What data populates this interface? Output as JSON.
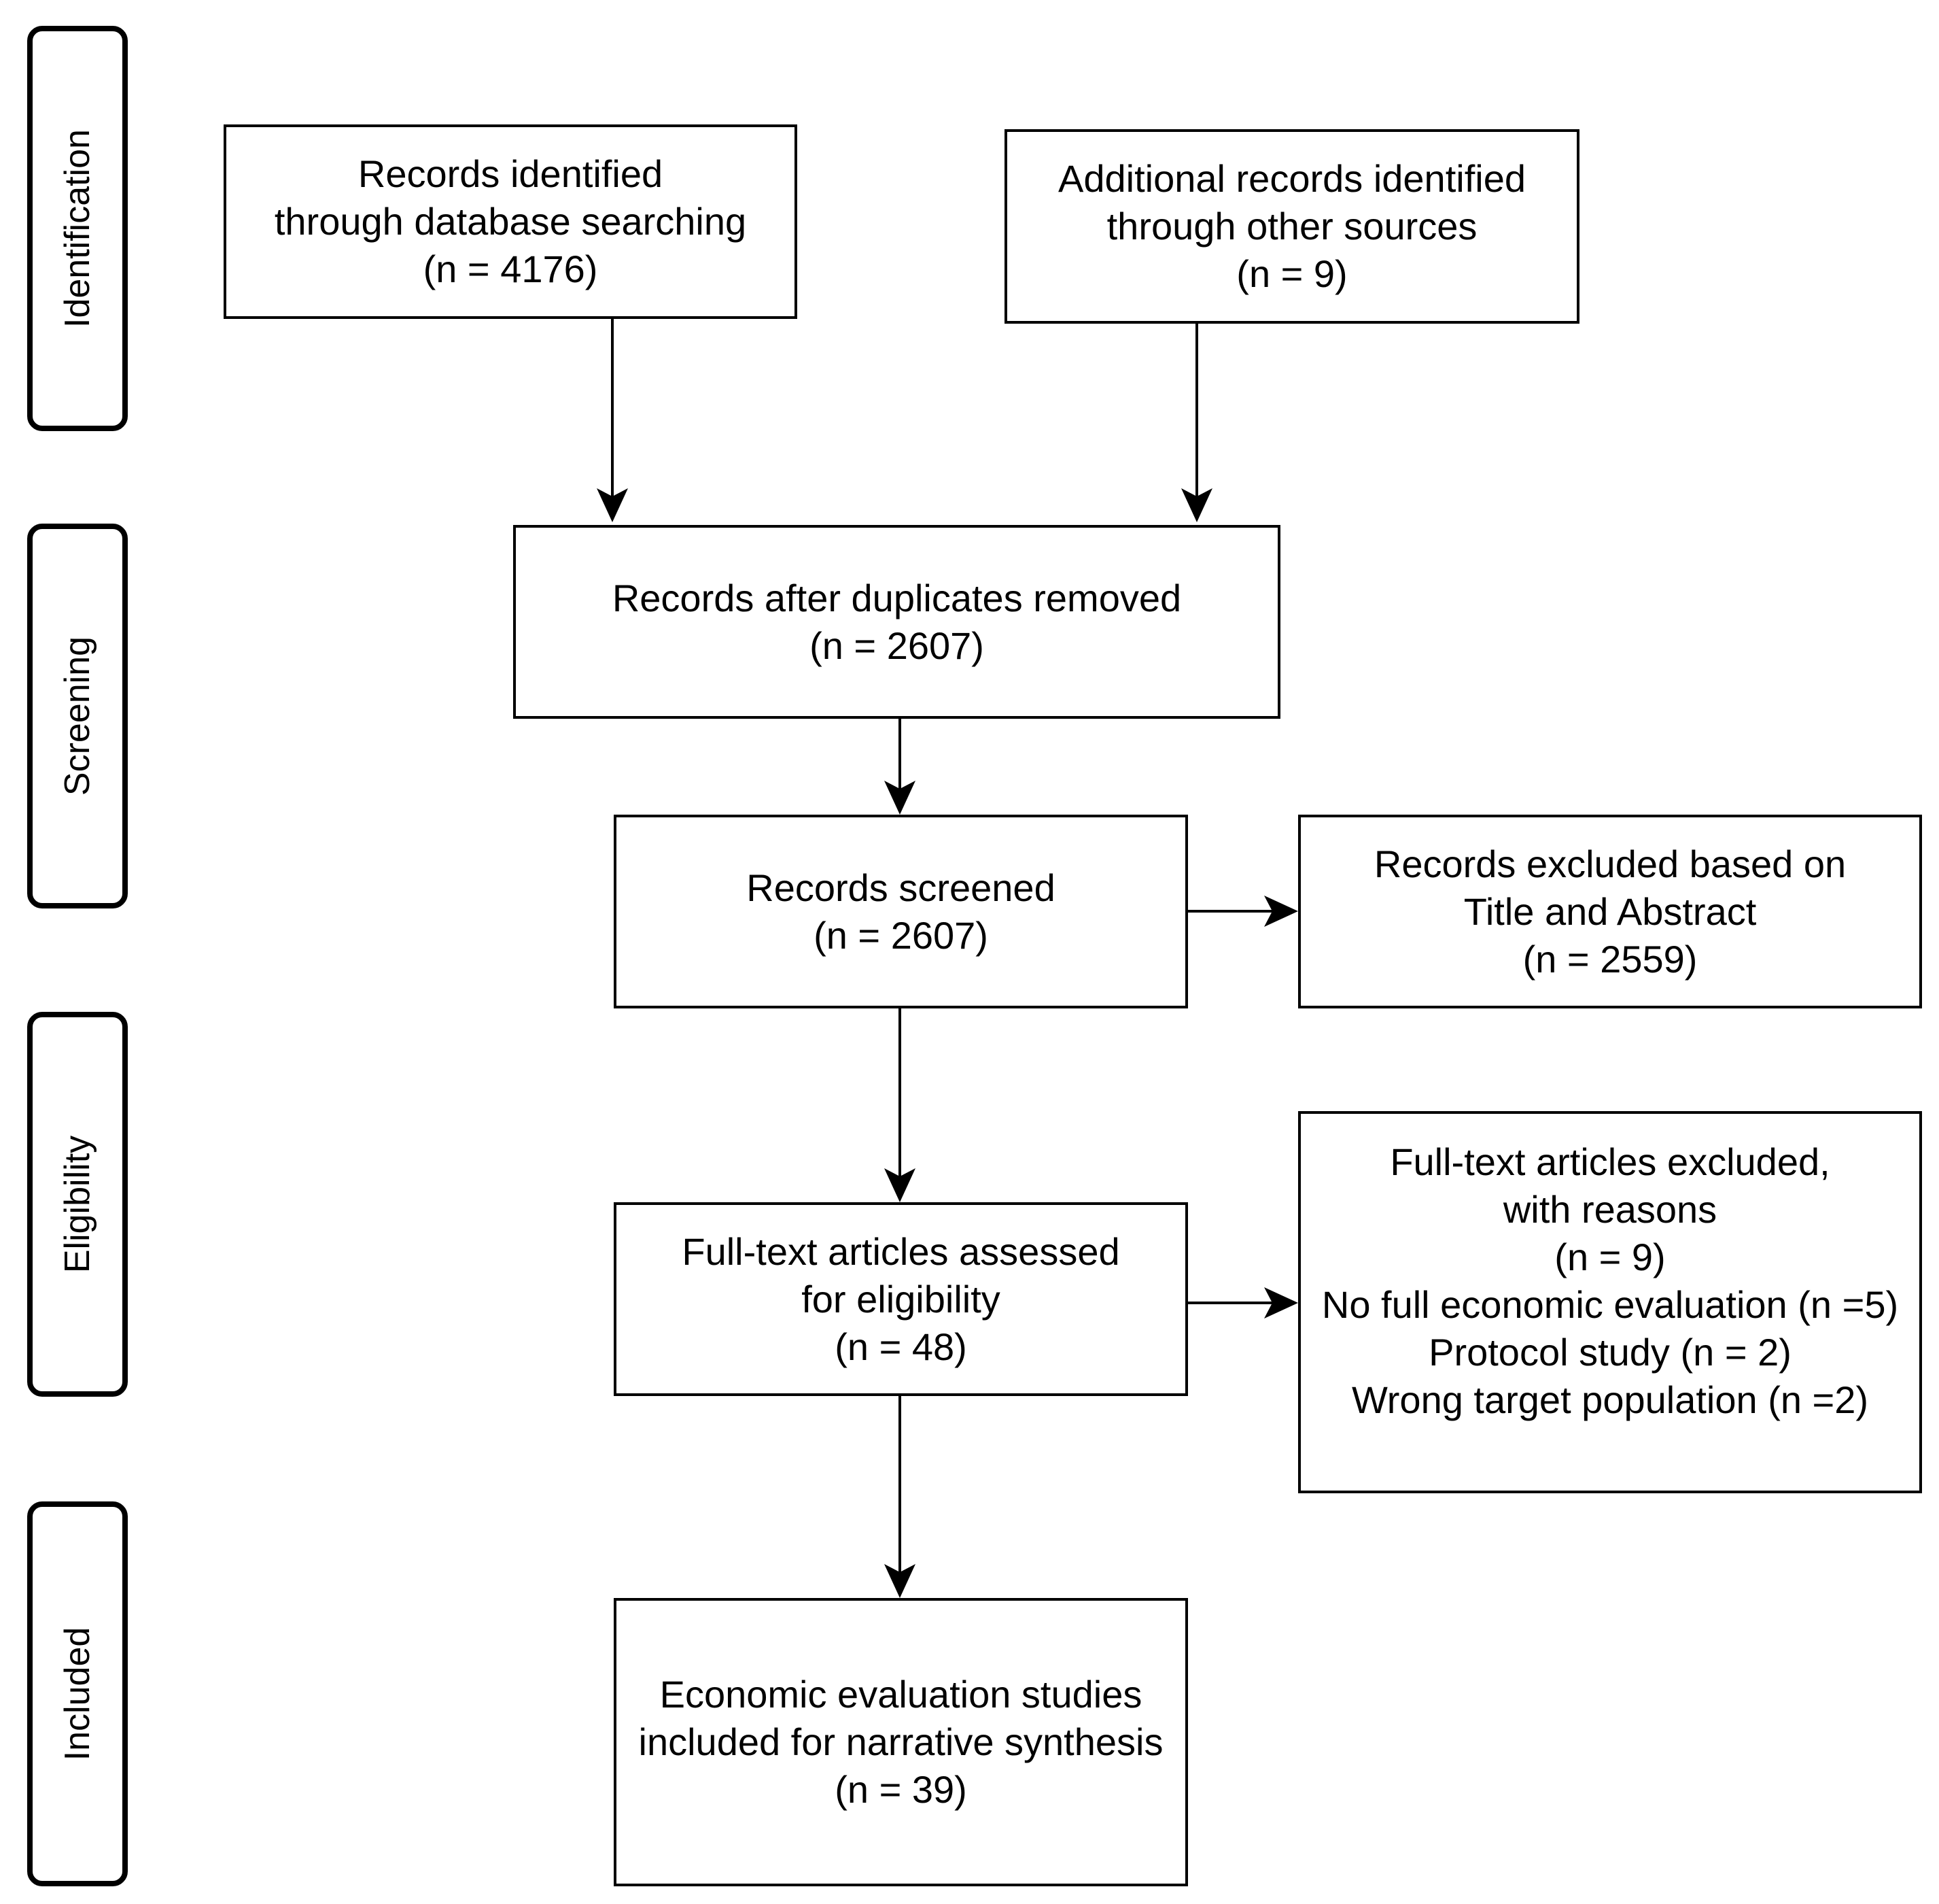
{
  "stages": {
    "identification": "Identification",
    "screening": "Screening",
    "eligibility": "Eligibility",
    "included": "Included"
  },
  "boxes": {
    "database": {
      "lines": [
        "Records identified",
        "through database searching",
        "(n = 4176)"
      ]
    },
    "other_sources": {
      "lines": [
        "Additional records identified",
        "through other sources",
        "(n = 9)"
      ]
    },
    "duplicates_removed": {
      "lines": [
        "Records after duplicates removed",
        "(n = 2607)"
      ]
    },
    "screened": {
      "lines": [
        "Records screened",
        "(n = 2607)"
      ]
    },
    "excluded_title_abstract": {
      "lines": [
        "Records excluded based on",
        "Title and Abstract",
        "(n = 2559)"
      ]
    },
    "full_text_assessed": {
      "lines": [
        "Full-text articles assessed",
        "for eligibility",
        "(n = 48)"
      ]
    },
    "full_text_excluded": {
      "lines": [
        "Full-text articles excluded,",
        "with reasons",
        "(n = 9)",
        "No full economic evaluation (n =5)",
        "Protocol study (n = 2)",
        "Wrong target population (n =2)"
      ]
    },
    "included": {
      "lines": [
        "Economic evaluation studies",
        "included for narrative synthesis",
        "(n = 39)"
      ]
    }
  }
}
